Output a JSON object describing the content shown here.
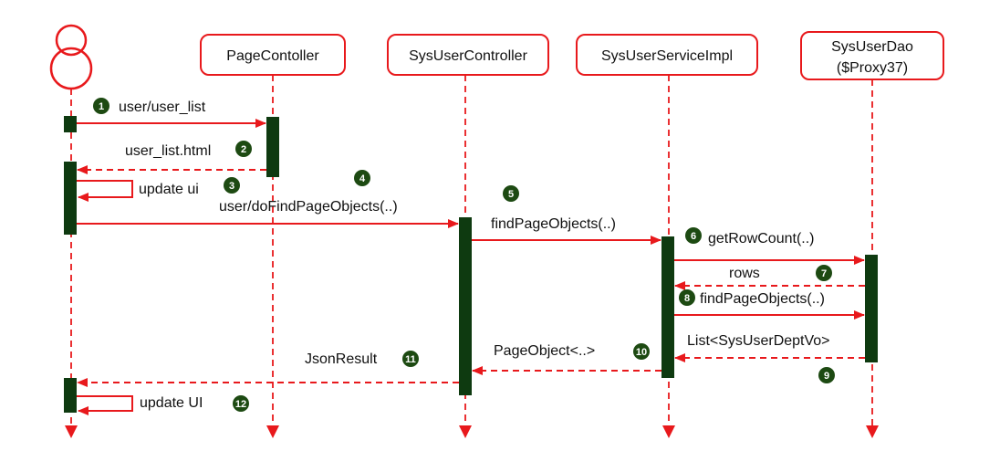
{
  "colors": {
    "line": "#e8191c",
    "activation": "#0e3a10",
    "badge": "#1d4a12",
    "text": "#111111",
    "background": "#ffffff"
  },
  "actor": {
    "icon": "actor-circles-icon"
  },
  "participants": [
    {
      "id": "page-controller",
      "label": "PageContoller"
    },
    {
      "id": "sys-user-controller",
      "label": "SysUserController"
    },
    {
      "id": "sys-user-service-impl",
      "label": "SysUserServiceImpl"
    },
    {
      "id": "sys-user-dao",
      "label_line1": "SysUserDao",
      "label_line2": "($Proxy37)"
    }
  ],
  "messages": [
    {
      "step": "1",
      "label": "user/user_list",
      "from": "actor",
      "to": "page-controller",
      "style": "solid"
    },
    {
      "step": "2",
      "label": "user_list.html",
      "from": "page-controller",
      "to": "actor",
      "style": "dashed"
    },
    {
      "step": "3",
      "label": "update ui",
      "from": "actor",
      "to": "actor",
      "style": "self"
    },
    {
      "step": "4",
      "label": "user/doFindPageObjects(..)",
      "from": "actor",
      "to": "sys-user-controller",
      "style": "solid"
    },
    {
      "step": "5",
      "label": "findPageObjects(..)",
      "from": "sys-user-controller",
      "to": "sys-user-service-impl",
      "style": "solid"
    },
    {
      "step": "6",
      "label": "getRowCount(..)",
      "from": "sys-user-service-impl",
      "to": "sys-user-dao",
      "style": "solid"
    },
    {
      "step": "7",
      "label": "rows",
      "from": "sys-user-dao",
      "to": "sys-user-service-impl",
      "style": "dashed"
    },
    {
      "step": "8",
      "label": "findPageObjects(..)",
      "from": "sys-user-service-impl",
      "to": "sys-user-dao",
      "style": "solid"
    },
    {
      "step": "9",
      "label": "List<SysUserDeptVo>",
      "from": "sys-user-dao",
      "to": "sys-user-service-impl",
      "style": "dashed"
    },
    {
      "step": "10",
      "label": "PageObject<..>",
      "from": "sys-user-service-impl",
      "to": "sys-user-controller",
      "style": "dashed"
    },
    {
      "step": "11",
      "label": "JsonResult",
      "from": "sys-user-controller",
      "to": "actor",
      "style": "dashed"
    },
    {
      "step": "12",
      "label": "update UI",
      "from": "actor",
      "to": "actor",
      "style": "self"
    }
  ]
}
